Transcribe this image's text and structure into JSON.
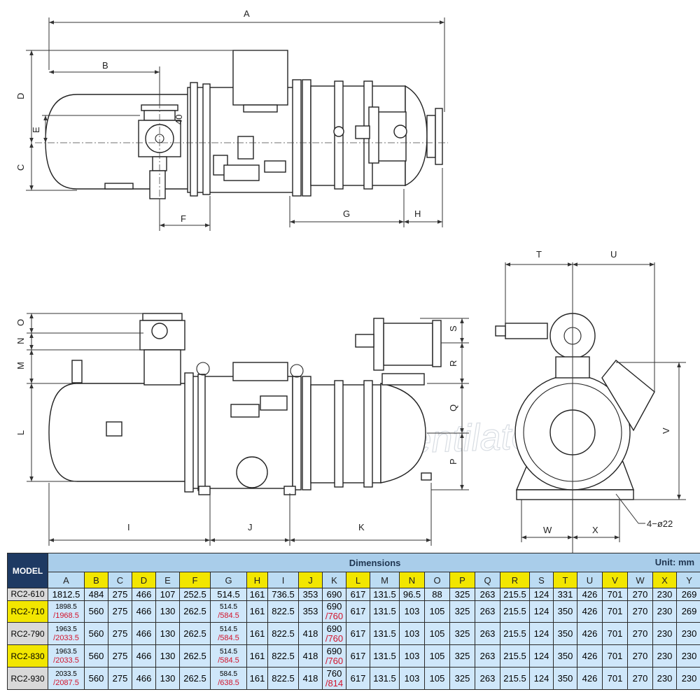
{
  "drawing": {
    "top_view_labels": [
      "A",
      "B",
      "D",
      "E",
      "C",
      "F",
      "G",
      "H",
      "40"
    ],
    "side_view_labels": [
      "O",
      "N",
      "M",
      "L",
      "S",
      "R",
      "Q",
      "P",
      "I",
      "J",
      "K"
    ],
    "end_view_labels": [
      "T",
      "U",
      "V",
      "W",
      "X"
    ],
    "hole_note": "4−ø22",
    "watermark": "ventilatory.ru"
  },
  "table": {
    "model_header": "MODEL",
    "dims_header": "Dimensions",
    "unit": "Unit: mm",
    "columns": [
      "A",
      "B",
      "C",
      "D",
      "E",
      "F",
      "G",
      "H",
      "I",
      "J",
      "K",
      "L",
      "M",
      "N",
      "O",
      "P",
      "Q",
      "R",
      "S",
      "T",
      "U",
      "V",
      "W",
      "X",
      "Y"
    ],
    "highlight_columns": [
      "B",
      "D",
      "F",
      "H",
      "J",
      "L",
      "N",
      "P",
      "R",
      "T",
      "V",
      "X"
    ],
    "rows": [
      {
        "model": "RC2-610",
        "highlight": false,
        "A": "1812.5",
        "B": "484",
        "C": "275",
        "D": "466",
        "E": "107",
        "F": "252.5",
        "G": "514.5",
        "H": "161",
        "I": "736.5",
        "J": "353",
        "K": "690",
        "L": "617",
        "M": "131.5",
        "N": "96.5",
        "O": "88",
        "P": "325",
        "Q": "263",
        "R": "215.5",
        "S": "124",
        "T": "331",
        "U": "426",
        "V": "701",
        "W": "270",
        "X": "230",
        "Y": "269"
      },
      {
        "model": "RC2-710",
        "highlight": true,
        "A": "1898.5",
        "A2": "/1968.5",
        "B": "560",
        "C": "275",
        "D": "466",
        "E": "130",
        "F": "262.5",
        "G": "514.5",
        "G2": "/584.5",
        "H": "161",
        "I": "822.5",
        "J": "353",
        "K": "690",
        "K2": "/760",
        "L": "617",
        "M": "131.5",
        "N": "103",
        "O": "105",
        "P": "325",
        "Q": "263",
        "R": "215.5",
        "S": "124",
        "T": "350",
        "U": "426",
        "V": "701",
        "W": "270",
        "X": "230",
        "Y": "269"
      },
      {
        "model": "RC2-790",
        "highlight": false,
        "A": "1963.5",
        "A2": "/2033.5",
        "B": "560",
        "C": "275",
        "D": "466",
        "E": "130",
        "F": "262.5",
        "G": "514.5",
        "G2": "/584.5",
        "H": "161",
        "I": "822.5",
        "J": "418",
        "K": "690",
        "K2": "/760",
        "L": "617",
        "M": "131.5",
        "N": "103",
        "O": "105",
        "P": "325",
        "Q": "263",
        "R": "215.5",
        "S": "124",
        "T": "350",
        "U": "426",
        "V": "701",
        "W": "270",
        "X": "230",
        "Y": "230"
      },
      {
        "model": "RC2-830",
        "highlight": true,
        "A": "1963.5",
        "A2": "/2033.5",
        "B": "560",
        "C": "275",
        "D": "466",
        "E": "130",
        "F": "262.5",
        "G": "514.5",
        "G2": "/584.5",
        "H": "161",
        "I": "822.5",
        "J": "418",
        "K": "690",
        "K2": "/760",
        "L": "617",
        "M": "131.5",
        "N": "103",
        "O": "105",
        "P": "325",
        "Q": "263",
        "R": "215.5",
        "S": "124",
        "T": "350",
        "U": "426",
        "V": "701",
        "W": "270",
        "X": "230",
        "Y": "230"
      },
      {
        "model": "RC2-930",
        "highlight": false,
        "A": "2033.5",
        "A2": "/2087.5",
        "B": "560",
        "C": "275",
        "D": "466",
        "E": "130",
        "F": "262.5",
        "G": "584.5",
        "G2": "/638.5",
        "H": "161",
        "I": "822.5",
        "J": "418",
        "K": "760",
        "K2": "/814",
        "L": "617",
        "M": "131.5",
        "N": "103",
        "O": "105",
        "P": "325",
        "Q": "263",
        "R": "215.5",
        "S": "124",
        "T": "350",
        "U": "426",
        "V": "701",
        "W": "270",
        "X": "230",
        "Y": "230"
      }
    ]
  },
  "colors": {
    "model_header_bg": "#1e3a63",
    "dims_header_bg": "#a9cdea",
    "highlight_yellow": "#f2e600",
    "value_cell_bg": "#cfe7fa",
    "alt_value_red": "#d3142c"
  }
}
